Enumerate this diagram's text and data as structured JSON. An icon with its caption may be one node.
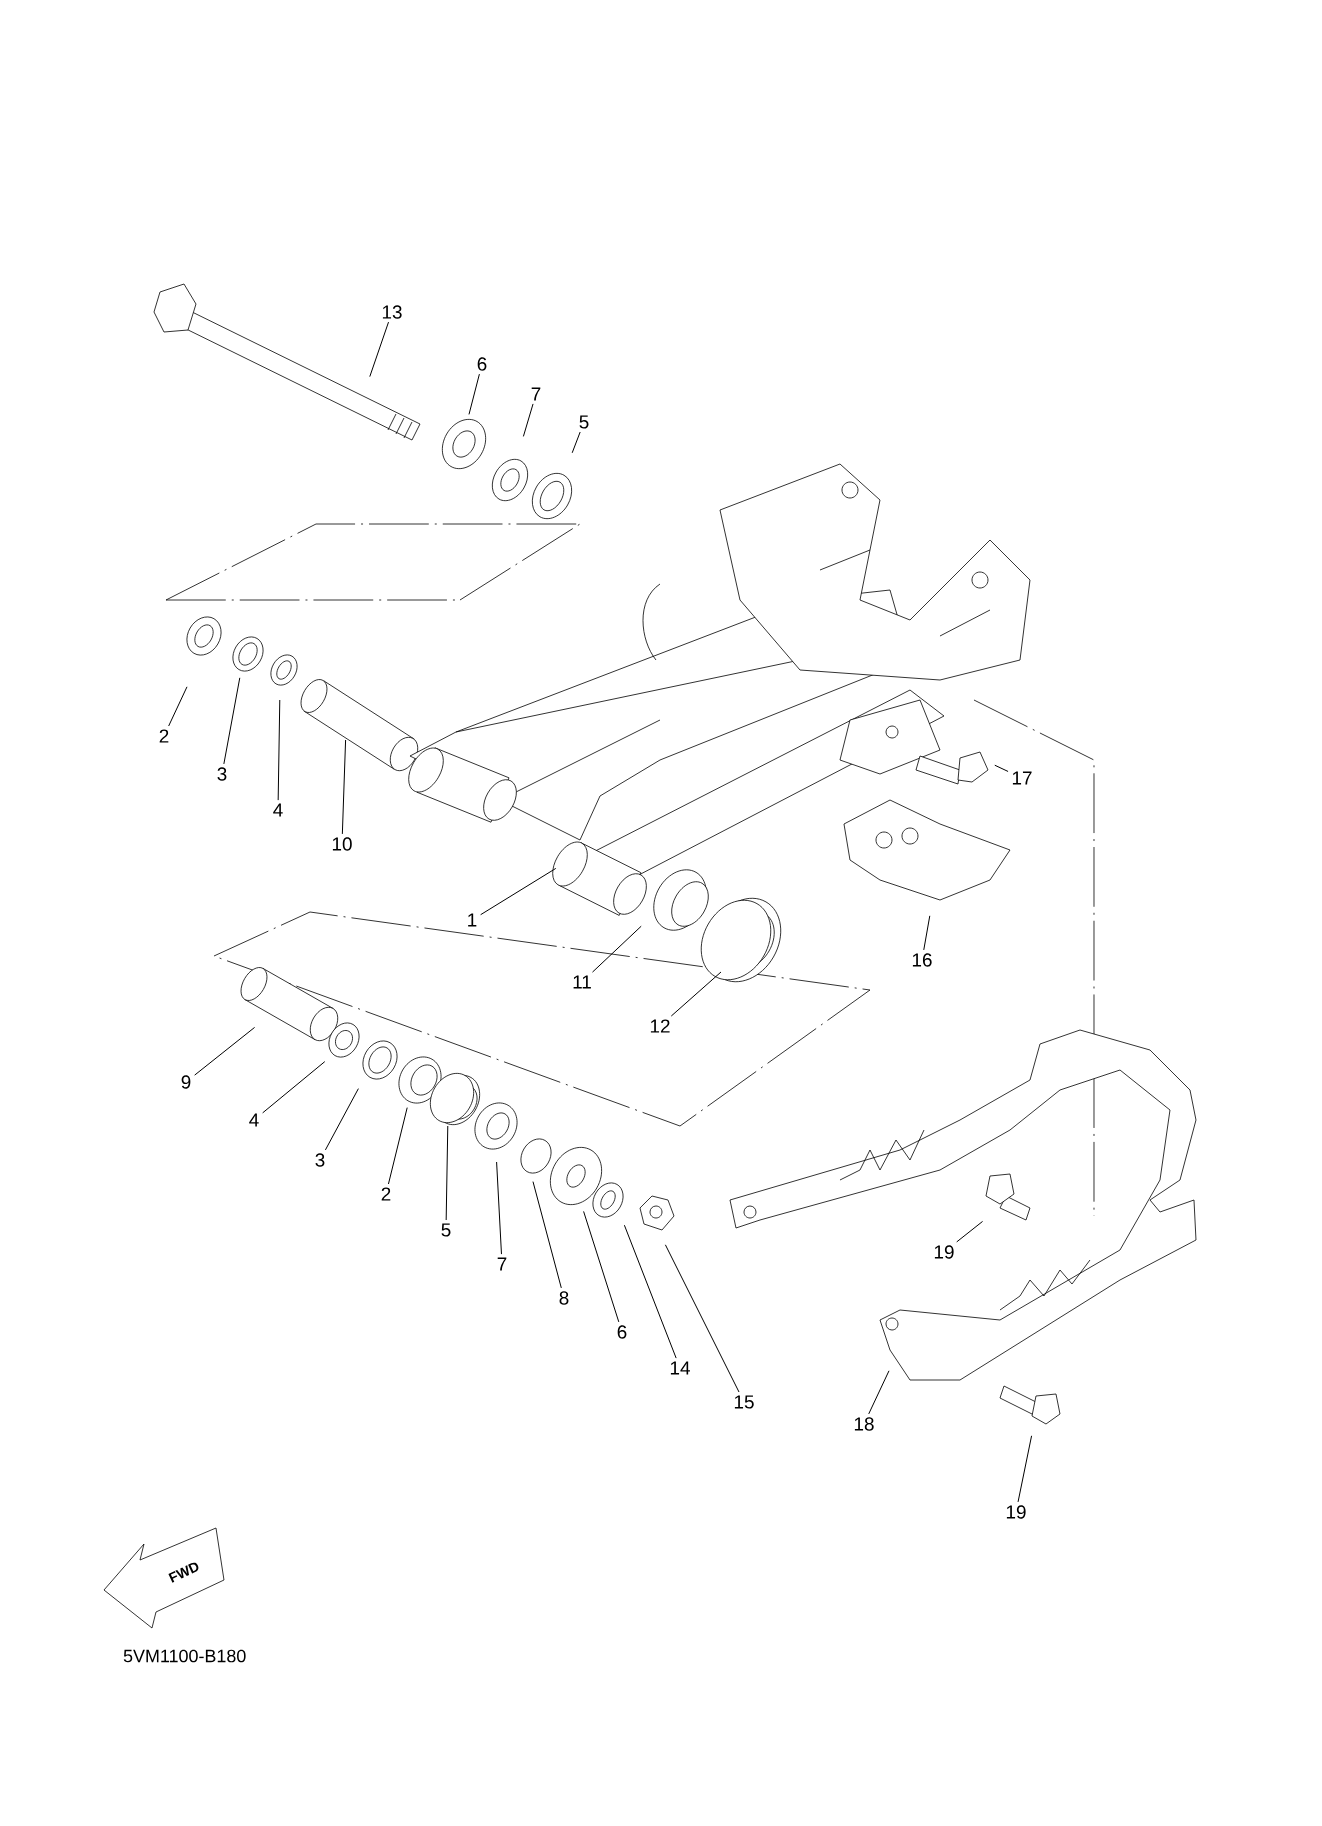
{
  "diagram": {
    "nodes": [
      {
        "text": [
          "13"
        ]
      },
      {
        "text": [
          "6"
        ]
      },
      {
        "text": [
          "7"
        ]
      },
      {
        "text": [
          "5"
        ]
      },
      {
        "text": [
          "2"
        ]
      },
      {
        "text": [
          "3"
        ]
      },
      {
        "text": [
          "4"
        ]
      },
      {
        "text": [
          "10"
        ]
      },
      {
        "text": [
          "17"
        ]
      },
      {
        "text": [
          "1"
        ]
      },
      {
        "text": [
          "16"
        ]
      },
      {
        "text": [
          "11"
        ]
      },
      {
        "text": [
          "12"
        ]
      },
      {
        "text": [
          "9"
        ]
      },
      {
        "text": [
          "4"
        ]
      },
      {
        "text": [
          "3"
        ]
      },
      {
        "text": [
          "2"
        ]
      },
      {
        "text": [
          "5"
        ]
      },
      {
        "text": [
          "7"
        ]
      },
      {
        "text": [
          "8"
        ]
      },
      {
        "text": [
          "6"
        ]
      },
      {
        "text": [
          "14"
        ]
      },
      {
        "text": [
          "15"
        ]
      },
      {
        "text": [
          "19"
        ]
      },
      {
        "text": [
          "18"
        ]
      },
      {
        "text": [
          "19"
        ]
      }
    ],
    "edges": [
      {
        "from": 0,
        "to": null,
        "arrow": "none"
      },
      {
        "from": 1,
        "to": null,
        "arrow": "none"
      },
      {
        "from": 2,
        "to": null,
        "arrow": "none"
      },
      {
        "from": 3,
        "to": null,
        "arrow": "none"
      },
      {
        "from": 4,
        "to": null,
        "arrow": "none"
      },
      {
        "from": 5,
        "to": null,
        "arrow": "none"
      },
      {
        "from": 6,
        "to": null,
        "arrow": "none"
      },
      {
        "from": 7,
        "to": null,
        "arrow": "none"
      },
      {
        "from": 8,
        "to": null,
        "arrow": "none"
      },
      {
        "from": 9,
        "to": null,
        "arrow": "none"
      },
      {
        "from": 10,
        "to": null,
        "arrow": "none"
      },
      {
        "from": 11,
        "to": null,
        "arrow": "none"
      },
      {
        "from": 12,
        "to": null,
        "arrow": "none"
      },
      {
        "from": 13,
        "to": null,
        "arrow": "none"
      },
      {
        "from": 14,
        "to": null,
        "arrow": "none"
      },
      {
        "from": 15,
        "to": null,
        "arrow": "none"
      },
      {
        "from": 16,
        "to": null,
        "arrow": "none"
      },
      {
        "from": 17,
        "to": null,
        "arrow": "none"
      },
      {
        "from": 18,
        "to": null,
        "arrow": "none"
      },
      {
        "from": 19,
        "to": null,
        "arrow": "none"
      },
      {
        "from": 20,
        "to": null,
        "arrow": "none"
      },
      {
        "from": 21,
        "to": null,
        "arrow": "none"
      },
      {
        "from": 22,
        "to": null,
        "arrow": "none"
      },
      {
        "from": 23,
        "to": null,
        "arrow": "none"
      },
      {
        "from": 24,
        "to": null,
        "arrow": "none"
      },
      {
        "from": 25,
        "to": null,
        "arrow": "none"
      }
    ],
    "labels": [
      "FWD",
      "5VM1100-B180"
    ]
  }
}
